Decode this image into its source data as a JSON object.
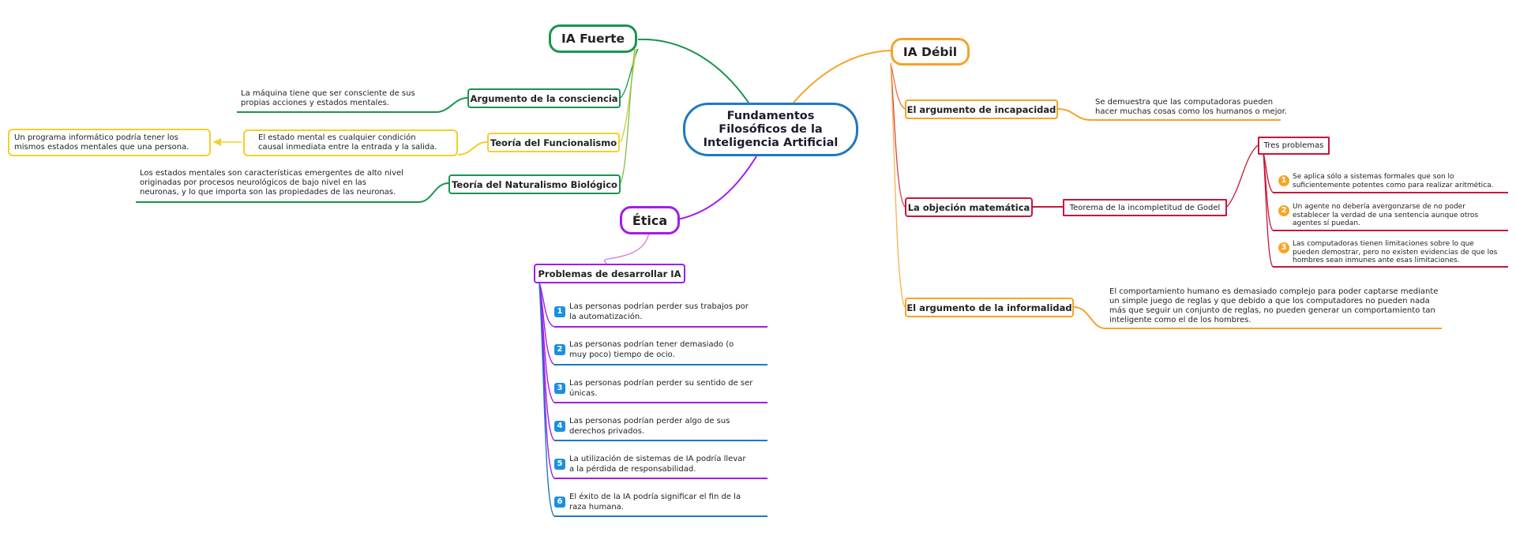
{
  "central": {
    "title": "Fundamentos Filosóficos de la Inteligencia Artificial"
  },
  "colors": {
    "blue": "#1f78c4",
    "green": "#1a9450",
    "yellow": "#f2d02b",
    "orange": "#f6a22a",
    "purple": "#a31ce8",
    "red": "#c8163a"
  },
  "ia_fuerte": {
    "label": "IA Fuerte",
    "branches": [
      {
        "label": "Argumento de la consciencia",
        "note": [
          "La máquina tiene que ser consciente de sus",
          "propias acciones y estados mentales."
        ]
      },
      {
        "label": "Teoría del Funcionalismo",
        "note": [
          "El estado mental es cualquier condición",
          "causal inmediata entre la entrada y la salida."
        ],
        "extra": [
          "Un programa informático podría tener los",
          "mismos estados mentales que una persona."
        ]
      },
      {
        "label": "Teoría del Naturalismo Biológico",
        "note": [
          "Los estados mentales son características emergentes de alto nivel",
          "originadas por procesos neurológicos de bajo nivel en las",
          "neuronas, y lo que importa son las propiedades de las neuronas."
        ]
      }
    ]
  },
  "etica": {
    "label": "Ética",
    "problem_title": "Problemas de desarrollar IA",
    "items": [
      {
        "num": "1",
        "lines": [
          "Las personas podrían perder sus trabajos por",
          "la automatización."
        ]
      },
      {
        "num": "2",
        "lines": [
          "Las personas podrían tener demasiado (o",
          "muy poco) tiempo de ocio."
        ]
      },
      {
        "num": "3",
        "lines": [
          "Las personas podrían perder su sentido de ser",
          "únicas."
        ]
      },
      {
        "num": "4",
        "lines": [
          "Las personas podrían perder algo de sus",
          "derechos privados."
        ]
      },
      {
        "num": "5",
        "lines": [
          "La utilización de sistemas de IA podría llevar",
          "a la pérdida de responsabilidad."
        ]
      },
      {
        "num": "6",
        "lines": [
          "El éxito de la IA podría significar el fin de la",
          "raza humana."
        ]
      }
    ]
  },
  "ia_debil": {
    "label": "IA Débil",
    "incapacidad": {
      "label": "El argumento de incapacidad",
      "note": [
        "Se demuestra que las computadoras pueden",
        "hacer muchas cosas como los humanos o mejor."
      ]
    },
    "objecion": {
      "label": "La objeción matemática",
      "teorema": "Teorema de la incompletitud de Godel",
      "tres": "Tres problemas",
      "items": [
        {
          "num": "1",
          "lines": [
            "Se aplica sólo a sistemas formales que son lo",
            "suficientemente potentes como para realizar aritmética."
          ]
        },
        {
          "num": "2",
          "lines": [
            "Un agente no debería avergonzarse de no poder",
            "establecer la verdad de una sentencia aunque otros",
            "agentes sí puedan."
          ]
        },
        {
          "num": "3",
          "lines": [
            "Las computadoras tienen limitaciones sobre lo que",
            "pueden demostrar, pero no existen evidencias de que los",
            "hombres sean inmunes ante esas limitaciones."
          ]
        }
      ]
    },
    "informalidad": {
      "label": "El argumento de la informalidad",
      "note": [
        "El comportamiento humano es demasiado complejo para poder captarse mediante",
        "un simple juego de reglas y que debido a que los computadores no pueden nada",
        "más que seguir un conjunto de reglas, no pueden generar un comportamiento tan",
        "inteligente como el de los hombres."
      ]
    }
  }
}
